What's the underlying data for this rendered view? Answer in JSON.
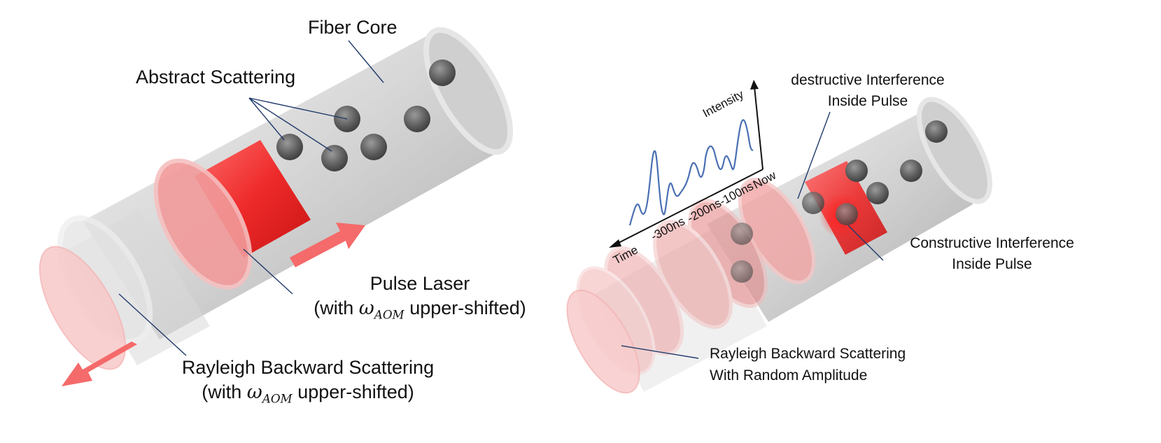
{
  "left_panel": {
    "fiber_core_label": "Fiber Core",
    "abstract_scattering_label": "Abstract Scattering",
    "pulse_laser": {
      "line1": "Pulse Laser",
      "prefix": "(with ",
      "symbol": "ω",
      "subscript": "AOM",
      "suffix": " upper-shifted)"
    },
    "rayleigh": {
      "line1": "Rayleigh Backward Scattering",
      "prefix": "(with ",
      "symbol": "ω",
      "subscript": "AOM",
      "suffix": " upper-shifted)"
    }
  },
  "right_panel": {
    "destructive_line1": "destructive Interference",
    "destructive_line2": "Inside Pulse",
    "constructive_line1": "Constructive Interference",
    "constructive_line2": "Inside Pulse",
    "rayleigh_line1": "Rayleigh Backward Scattering",
    "rayleigh_line2": "With Random Amplitude",
    "plot": {
      "y_axis_label": "Intensity",
      "x_axis_label": "Time",
      "now_label": "Now",
      "tick_labels": [
        "-300ns",
        "-200ns",
        "-100ns"
      ]
    }
  },
  "colors": {
    "fiber": "#c8c8c8",
    "pulse": "#ee2a2a",
    "arrow": "#f56a6a",
    "scatterer": "#555555",
    "leader": "#1f3a6b",
    "waveform": "#4a6fb3"
  }
}
